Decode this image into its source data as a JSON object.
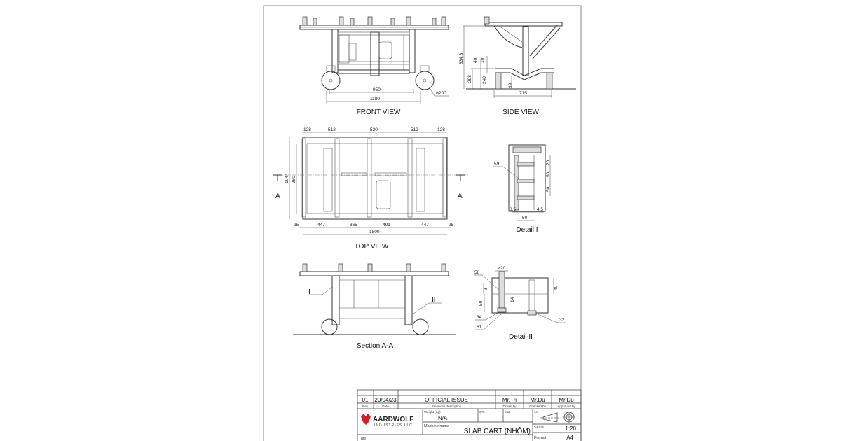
{
  "views": {
    "front": "FRONT VIEW",
    "side": "SIDE VIEW",
    "top": "TOP VIEW",
    "detail1": "Detail I",
    "section": "Section A-A",
    "detail2": "Detail II"
  },
  "front_dims": [
    "950",
    "1180",
    "ø200"
  ],
  "side_dims": [
    "834.3",
    "40",
    "10",
    "298",
    "248",
    "99",
    "715"
  ],
  "top_dims": {
    "top": [
      "128",
      "512",
      "520",
      "512",
      "128"
    ],
    "bottom": [
      "25",
      "447",
      "365",
      "491",
      "447",
      "25"
    ],
    "overall": "1800",
    "height_outer": "1044",
    "height_inner": "950",
    "section_marker": "A"
  },
  "detail1_dims": [
    "59",
    "20",
    "50",
    "50",
    "3.5",
    "4.5",
    "50"
  ],
  "detail2_dims": [
    "ø20",
    "58",
    "3",
    "50",
    "14",
    "40",
    "34",
    "61",
    "32"
  ],
  "section_labels": [
    "I",
    "II"
  ],
  "title_block": {
    "rev": "01",
    "date": "20/04/23",
    "description": "OFFICIAL ISSUE",
    "drawn_by": "Mr.Tri",
    "checked_by": "Mr.Du",
    "approved_by": "Mr.Du",
    "labels": {
      "rev": "Rev",
      "date": "Date",
      "description": "Revisions description",
      "drawn_by": "Drawn by",
      "checked_by": "Checked by",
      "approved_by": "Approved by",
      "weight": "Weight (Kg)",
      "qty": "Q'ty",
      "mat": "Mat",
      "projection": "1st",
      "machine_name": "Machine name",
      "scale": "Scale",
      "format": "Format",
      "title": "Title"
    },
    "weight": "N/A",
    "machine_name": "SLAB CART (NHÔM)",
    "scale": "1:20",
    "format": "A4",
    "company": {
      "name": "AARDWOLF",
      "sub": "INDUSTRIES LLC"
    },
    "brand_color": "#d0202a"
  }
}
